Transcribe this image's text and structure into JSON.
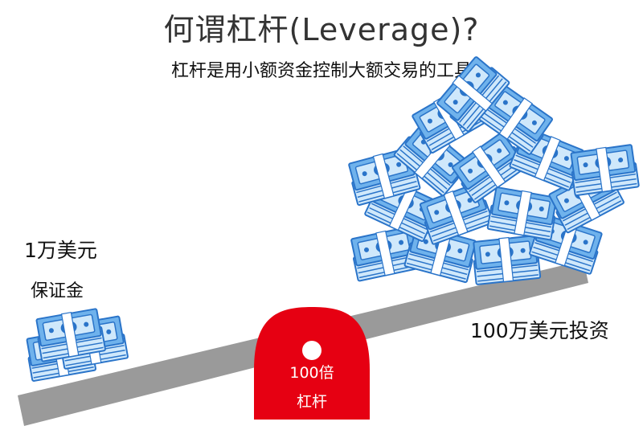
{
  "title": "何谓杠杆(Leverage)?",
  "subtitle": "杠杆是用小额资金控制大额交易的工具",
  "left": {
    "amount": "1万美元",
    "label": "保证金"
  },
  "right": {
    "amount": "100万美元投资"
  },
  "fulcrum": {
    "ratio": "100倍",
    "label": "杠杆"
  },
  "colors": {
    "beam": "#9a9a9a",
    "fulcrum": "#e60012",
    "money_light": "#cfe8fb",
    "money_mid": "#6fb2ec",
    "money_dark": "#2a74c9"
  }
}
